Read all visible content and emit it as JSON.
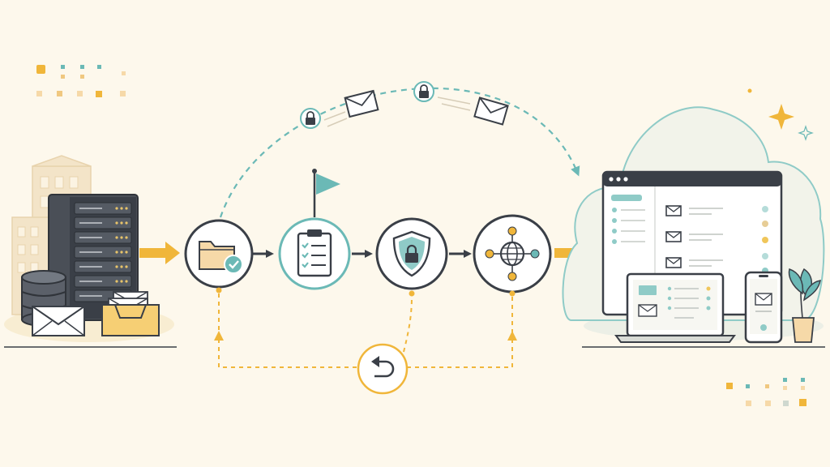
{
  "colors": {
    "background": "#fdf8ec",
    "ink": "#3a3f47",
    "teal": "#6bb9b6",
    "yellow": "#f0b63a",
    "cream": "#f6e6c4",
    "building": "#f3e4c8",
    "cloud": "#f3f3ea",
    "white": "#ffffff"
  },
  "diagram": {
    "type": "email-migration-flow",
    "source": {
      "icons": [
        "buildings-icon",
        "server-rack-icon",
        "database-icon",
        "envelope-icon",
        "inbox-tray-icon"
      ]
    },
    "pipeline": {
      "nodes": [
        {
          "name": "folder-check-node",
          "icon": "folder-check-icon",
          "ring_color": "#3a3f47"
        },
        {
          "name": "checklist-node",
          "icon": "clipboard-checklist-icon",
          "ring_color": "#6bb9b6",
          "flag": true
        },
        {
          "name": "security-node",
          "icon": "shield-lock-icon",
          "ring_color": "#3a3f47"
        },
        {
          "name": "network-node",
          "icon": "globe-network-icon",
          "ring_color": "#3a3f47"
        }
      ],
      "rollback": {
        "icon": "undo-arrow-icon",
        "color": "#f0b63a"
      }
    },
    "transfer_arc": {
      "icons": [
        "lock-icon",
        "envelope-icon",
        "lock-icon",
        "envelope-icon"
      ],
      "color": "#6bb9b6"
    },
    "destination": {
      "icons": [
        "cloud-icon",
        "browser-mail-window-icon",
        "laptop-icon",
        "phone-icon",
        "potted-plant-icon",
        "sparkle-icon"
      ]
    }
  }
}
